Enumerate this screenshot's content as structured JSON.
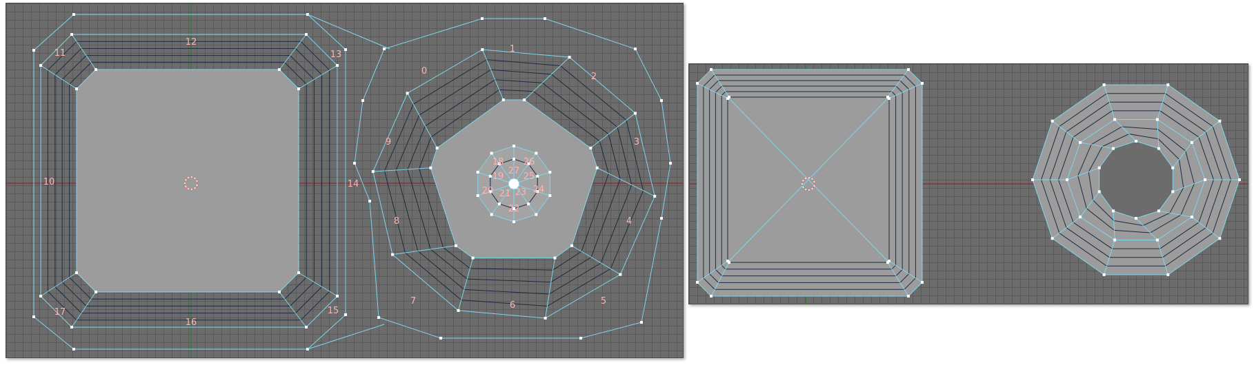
{
  "left_viewport": {
    "uv_island_labels": [
      "0",
      "1",
      "2",
      "3",
      "4",
      "5",
      "6",
      "7",
      "8",
      "9",
      "10",
      "11",
      "12",
      "13",
      "14",
      "15",
      "16",
      "17",
      "18",
      "19",
      "20",
      "21",
      "22",
      "23",
      "24",
      "25",
      "26",
      "27"
    ]
  },
  "colors": {
    "grid_background": "#6c6c6c",
    "grid_line": "#5a5a5a",
    "face_fill": "#9c9c9c",
    "uv_edge": "#7fd6ee",
    "inner_edge": "#1c2a3e",
    "vertex": "#ffffff",
    "x_axis": "#8a2a2a",
    "y_axis": "#2c7a2c",
    "cursor": "#ff6666",
    "label": "#ffb3b3"
  }
}
